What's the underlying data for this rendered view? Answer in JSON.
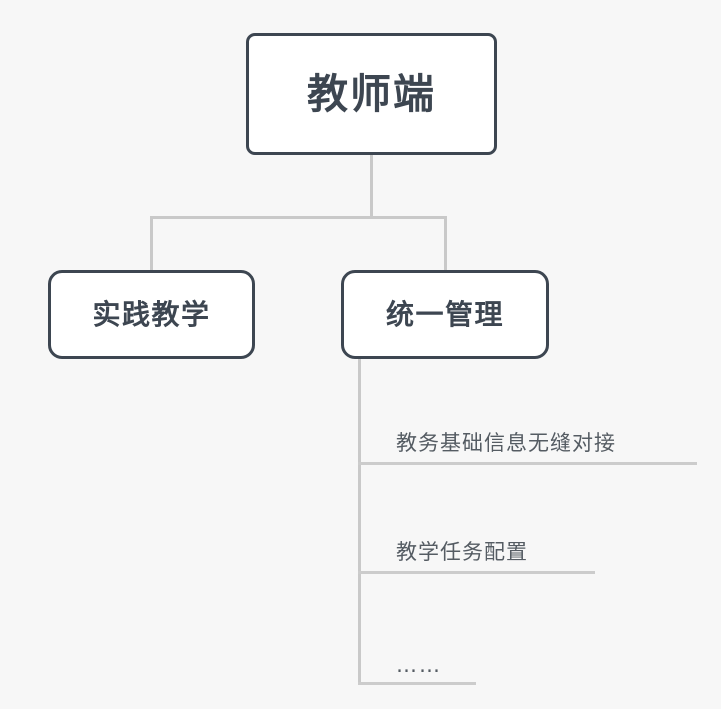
{
  "diagram": {
    "type": "organization-tree",
    "background_color": "#f7f7f7",
    "node_border_color": "#3d4651",
    "node_fill_color": "#ffffff",
    "connector_color": "#c9c9c9",
    "leaf_text_color": "#555c63"
  },
  "root": {
    "label": "教师端"
  },
  "children": [
    {
      "label": "实践教学"
    },
    {
      "label": "统一管理"
    }
  ],
  "leaves": [
    {
      "label": "教务基础信息无缝对接"
    },
    {
      "label": "教学任务配置"
    },
    {
      "label": "……"
    }
  ]
}
